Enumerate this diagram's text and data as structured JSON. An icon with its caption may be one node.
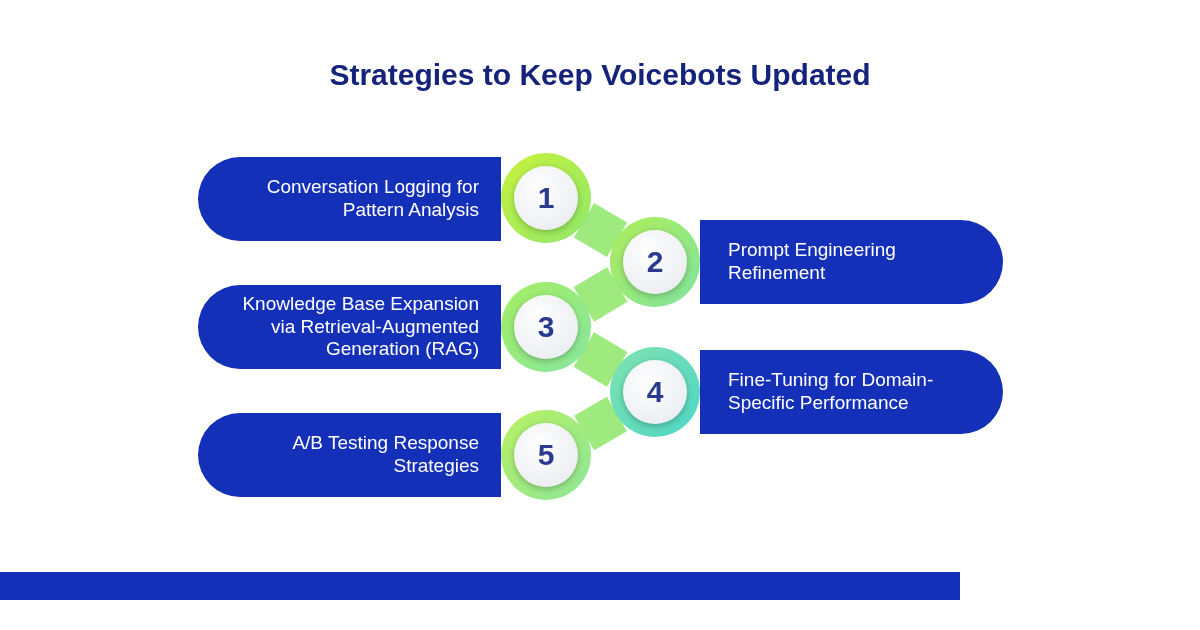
{
  "diagram": {
    "title": "Strategies to Keep Voicebots Updated",
    "nodes": [
      {
        "text": [
          "Conversation Logging for Pattern Analysis"
        ]
      },
      {
        "text": [
          "1"
        ]
      },
      {
        "text": [
          "2"
        ]
      },
      {
        "text": [
          "Prompt Engineering Refinement"
        ]
      },
      {
        "text": [
          "Knowledge Base Expansion via Retrieval-Augmented Generation (RAG)"
        ]
      },
      {
        "text": [
          "3"
        ]
      },
      {
        "text": [
          "4"
        ]
      },
      {
        "text": [
          "Fine-Tuning for Domain-Specific Performance"
        ]
      },
      {
        "text": [
          "A/B Testing Response Strategies"
        ]
      },
      {
        "text": [
          "5"
        ]
      }
    ],
    "edges": [
      {
        "from": 1,
        "to": 2,
        "arrow": "none"
      },
      {
        "from": 2,
        "to": 5,
        "arrow": "none"
      },
      {
        "from": 5,
        "to": 6,
        "arrow": "none"
      },
      {
        "from": 6,
        "to": 9,
        "arrow": "none"
      }
    ]
  }
}
